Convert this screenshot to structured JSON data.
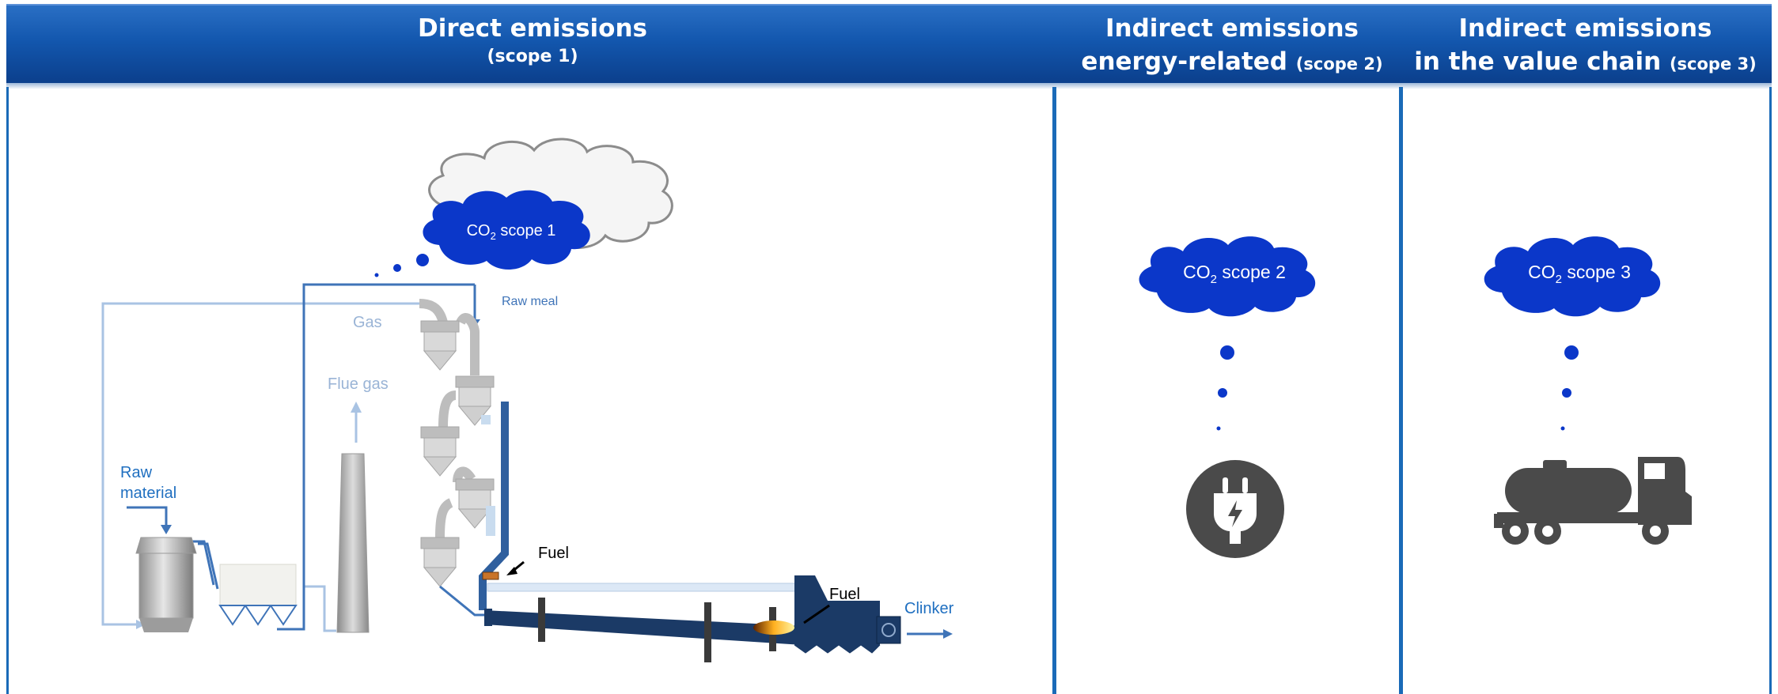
{
  "header": {
    "scope1": {
      "title": "Direct emissions",
      "subtitle": "(scope 1)"
    },
    "scope2": {
      "line1": "Indirect emissions",
      "line2": "energy-related",
      "tag": "(scope 2)"
    },
    "scope3": {
      "line1": "Indirect emissions",
      "line2": "in the value chain",
      "tag": "(scope 3)"
    }
  },
  "clouds": {
    "scope1": {
      "prefix": "CO",
      "sub": "2",
      "suffix": " scope 1"
    },
    "scope2": {
      "prefix": "CO",
      "sub": "2",
      "suffix": " scope 2"
    },
    "scope3": {
      "prefix": "CO",
      "sub": "2",
      "suffix": " scope 3"
    }
  },
  "process_labels": {
    "raw_meal": "Raw meal",
    "gas": "Gas",
    "flue_gas": "Flue gas",
    "raw_material_1": "Raw",
    "raw_material_2": "material",
    "fuel_top": "Fuel",
    "fuel_bottom": "Fuel",
    "clinker": "Clinker"
  },
  "icons": {
    "scope2": "electric-plug-icon",
    "scope3": "tanker-truck-icon"
  },
  "colors": {
    "header_blue": "#1357ae",
    "cloud_blue": "#0b37c9",
    "kiln_navy": "#1b3a66",
    "line_blue": "#3f74b8",
    "light_line": "#a9c3e3",
    "icon_gray": "#4a4a4a"
  }
}
